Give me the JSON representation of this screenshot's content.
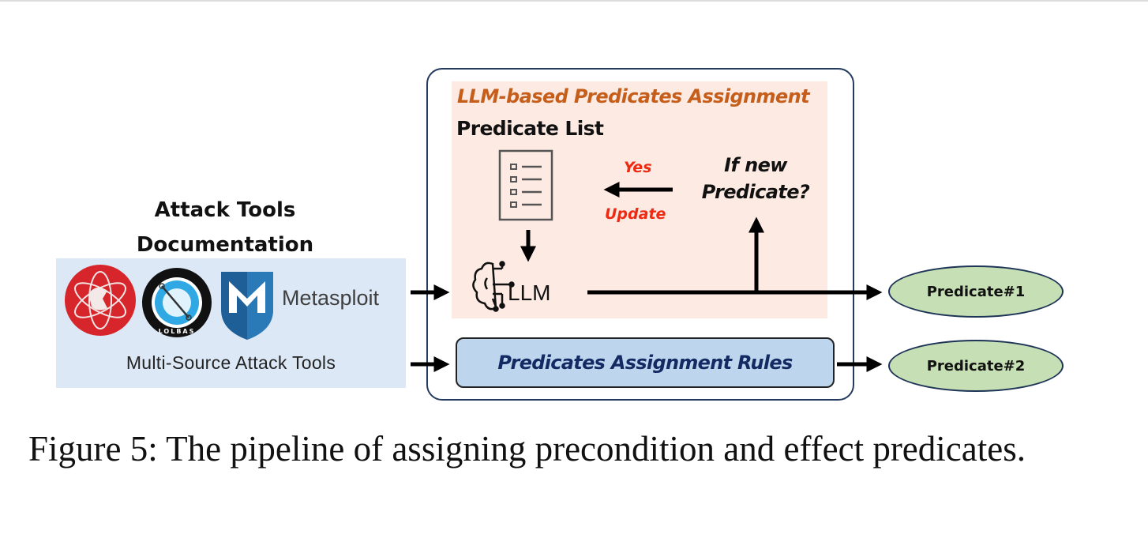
{
  "figure": {
    "caption": "Figure 5: The pipeline of assigning precondition and effect predicates."
  },
  "attack_tools": {
    "title_line1": "Attack Tools",
    "title_line2": "Documentation",
    "logos": [
      "red-atom-icon",
      "lolbas-icon",
      "metasploit-shield-icon"
    ],
    "lolbas_text": "LOLBAS",
    "metasploit_label": "Metasploit",
    "caption": "Multi-Source Attack Tools"
  },
  "llm_section": {
    "title": "LLM-based Predicates Assignment",
    "predicate_list_label": "Predicate List",
    "yes_label": "Yes",
    "update_label": "Update",
    "if_new_line1": "If new",
    "if_new_line2": "Predicate?",
    "llm_label": "LLM"
  },
  "rules": {
    "label": "Predicates Assignment Rules"
  },
  "outputs": [
    {
      "label": "Predicate#1"
    },
    {
      "label": "Predicate#2"
    }
  ],
  "colors": {
    "llm_title": "#c45e1a",
    "yes_update": "#ee2a12",
    "rules_text": "#142a63",
    "rules_fill": "#bdd6ee",
    "predicate_fill": "#c6dfb4",
    "tools_fill": "#dce8f6",
    "llm_fill": "#fdeae3"
  }
}
